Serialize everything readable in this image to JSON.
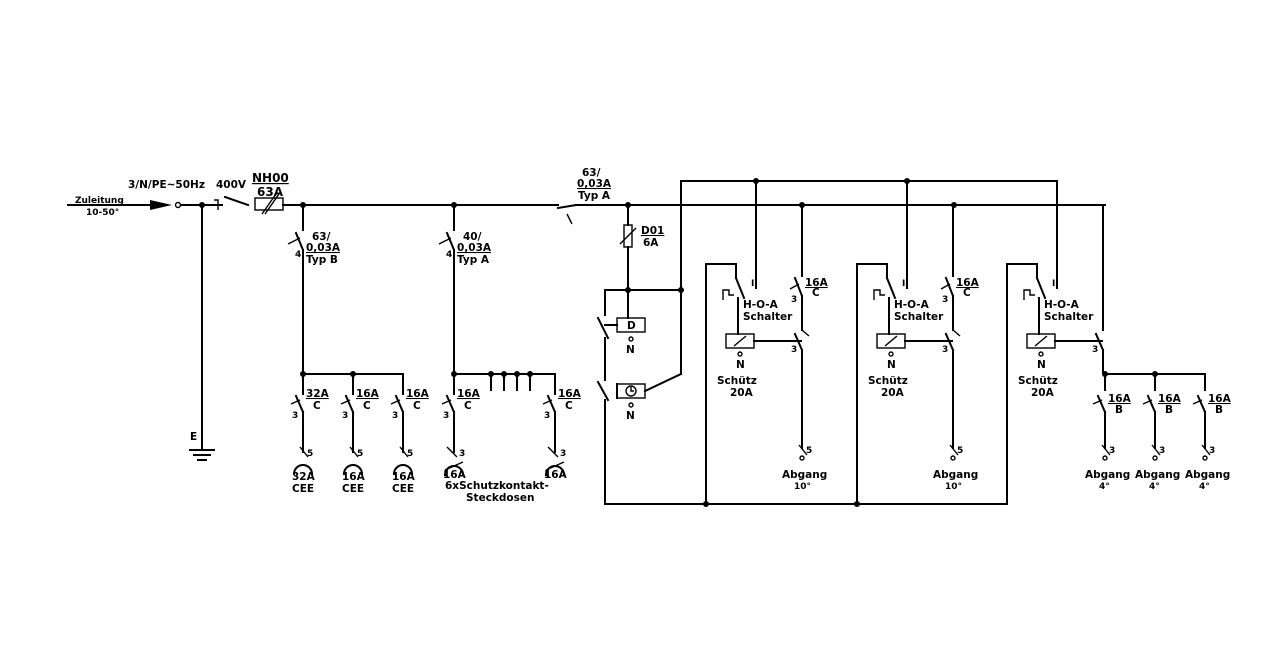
{
  "supply": {
    "label": "Zuleitung",
    "cable": "10-50°",
    "network": "3/N/PE~50Hz",
    "voltage": "400V",
    "fuse_type": "NH00",
    "fuse_rating": "63A",
    "earth": "E"
  },
  "rcd_main": {
    "rating": "63/",
    "sensitivity": "0,03A",
    "type": "Typ A"
  },
  "rcd_b": {
    "rating": "63/",
    "sensitivity": "0,03A",
    "type": "Typ B"
  },
  "rcd_sockets": {
    "rating": "40/",
    "sensitivity": "0,03A",
    "type": "Typ A"
  },
  "cee_outlets": [
    {
      "breaker": "32A",
      "curve": "C",
      "poles": "3",
      "pins": "5",
      "socket": "32A",
      "kind": "CEE"
    },
    {
      "breaker": "16A",
      "curve": "C",
      "poles": "3",
      "pins": "5",
      "socket": "16A",
      "kind": "CEE"
    },
    {
      "breaker": "16A",
      "curve": "C",
      "poles": "3",
      "pins": "5",
      "socket": "16A",
      "kind": "CEE"
    }
  ],
  "socket_outlets": [
    {
      "breaker": "16A",
      "curve": "C",
      "poles": "3",
      "pins": "3",
      "socket": "16A"
    },
    {
      "breaker": "16A",
      "curve": "C",
      "poles": "3",
      "pins": "3",
      "socket": "16A"
    }
  ],
  "socket_group_label_1": "6xSchutzkontakt-",
  "socket_group_label_2": "Steckdosen",
  "fuse_d": {
    "type": "D01",
    "rating": "6A"
  },
  "control": {
    "relay": "D",
    "neutral": "N"
  },
  "contactor_groups": [
    {
      "switch_1": "H-O-A",
      "switch_2": "Schalter",
      "pole_mark": "I",
      "breaker": "16A",
      "curve": "C",
      "poles": "3",
      "contactor_1": "Schütz",
      "contactor_2": "20A",
      "neutral": "N",
      "contact_poles": "3",
      "out_pins": "5",
      "out_label": "Abgang",
      "out_cable": "10°"
    },
    {
      "switch_1": "H-O-A",
      "switch_2": "Schalter",
      "pole_mark": "I",
      "breaker": "16A",
      "curve": "C",
      "poles": "3",
      "contactor_1": "Schütz",
      "contactor_2": "20A",
      "neutral": "N",
      "contact_poles": "3",
      "out_pins": "5",
      "out_label": "Abgang",
      "out_cable": "10°"
    },
    {
      "switch_1": "H-O-A",
      "switch_2": "Schalter",
      "pole_mark": "I",
      "contactor_1": "Schütz",
      "contactor_2": "20A",
      "neutral": "N",
      "contact_poles": "3"
    }
  ],
  "b_outlets": [
    {
      "breaker": "16A",
      "curve": "B",
      "pins": "3",
      "out_label": "Abgang",
      "out_cable": "4°"
    },
    {
      "breaker": "16A",
      "curve": "B",
      "pins": "3",
      "out_label": "Abgang",
      "out_cable": "4°"
    },
    {
      "breaker": "16A",
      "curve": "B",
      "pins": "3",
      "out_label": "Abgang",
      "out_cable": "4°"
    }
  ]
}
